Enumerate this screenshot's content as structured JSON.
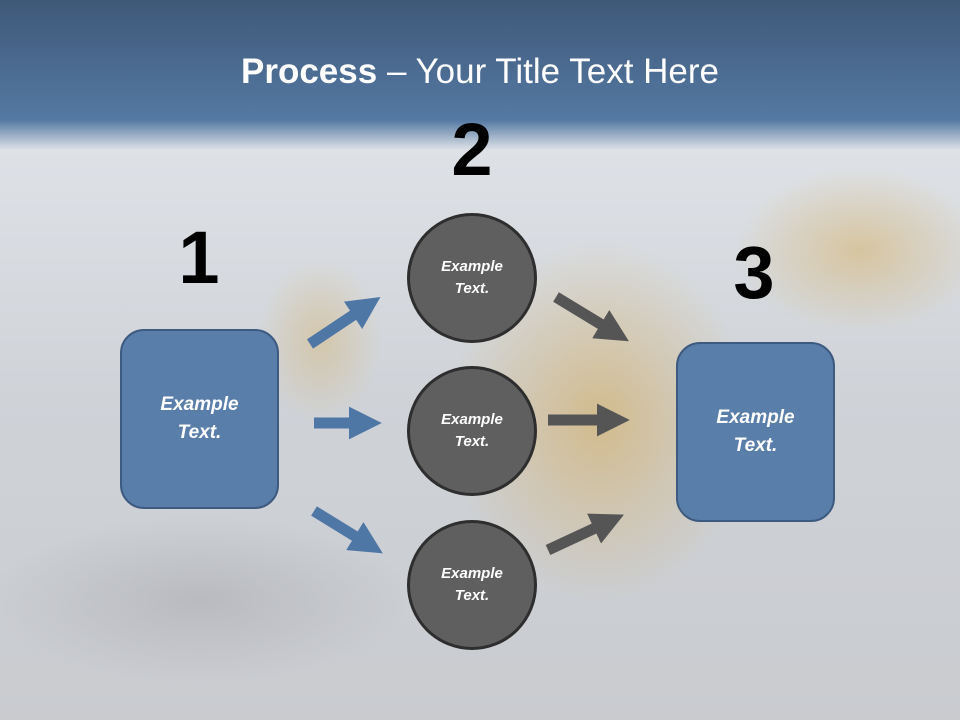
{
  "title": {
    "bold": "Process",
    "rest": " – Your Title Text Here"
  },
  "steps": {
    "one": "1",
    "two": "2",
    "three": "3"
  },
  "left_box": {
    "line1": "Example",
    "line2": "Text."
  },
  "right_box": {
    "line1": "Example",
    "line2": "Text."
  },
  "circles": [
    {
      "line1": "Example",
      "line2": "Text."
    },
    {
      "line1": "Example",
      "line2": "Text."
    },
    {
      "line1": "Example",
      "line2": "Text."
    }
  ],
  "colors": {
    "box": "#5a7eaa",
    "circle": "#5f5f5f",
    "blue_arrow": "#4f77a6",
    "gray_arrow": "#555555"
  }
}
